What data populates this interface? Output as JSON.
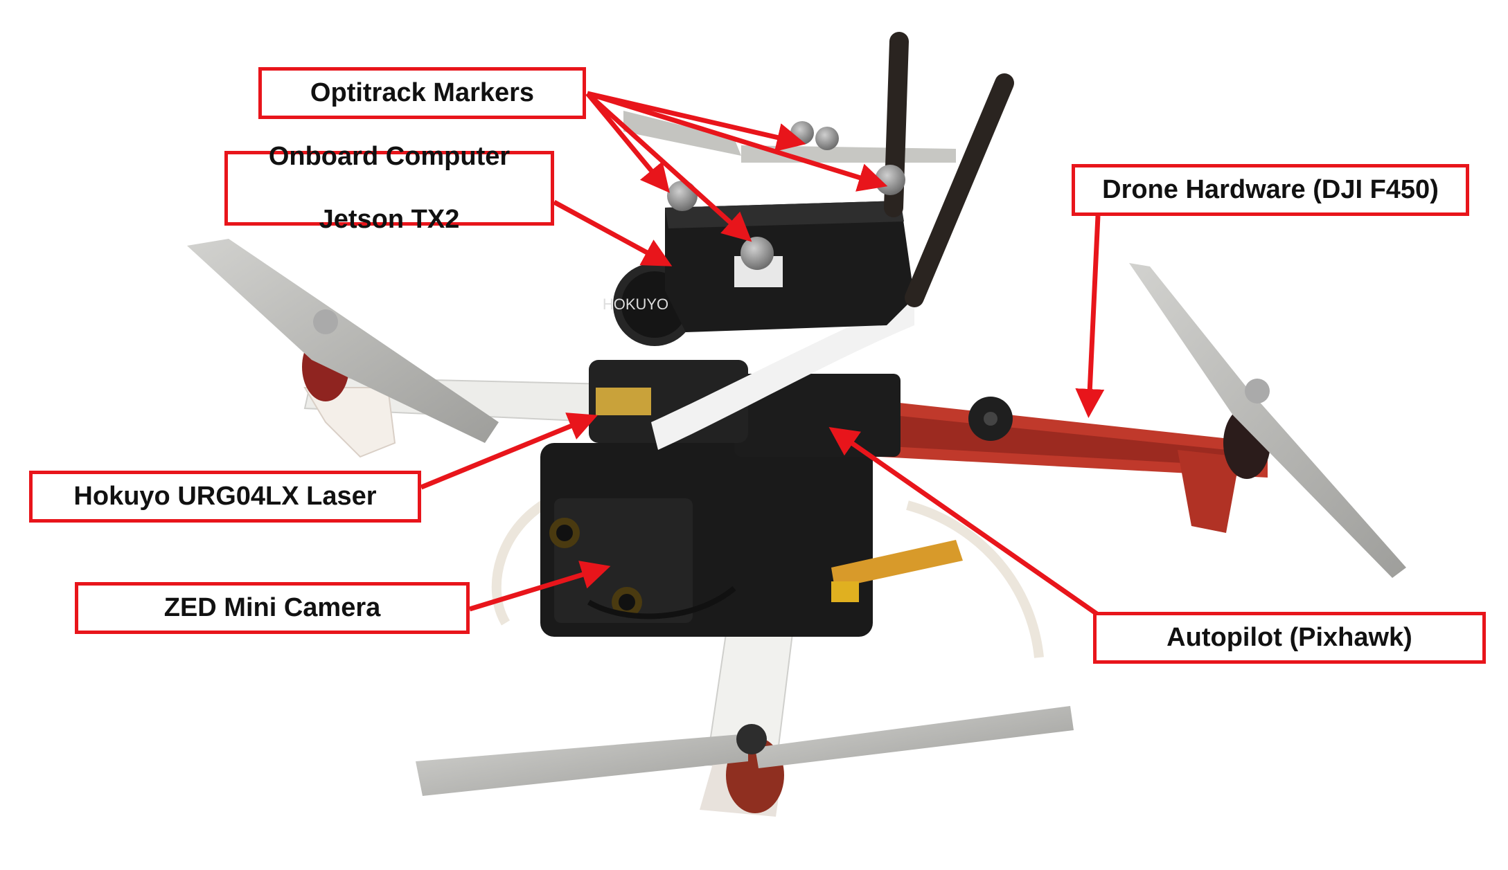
{
  "labels": {
    "optitrack": "Optitrack Markers",
    "onboard_line1": "Onboard Computer",
    "onboard_line2": "Jetson TX2",
    "drone": "Drone Hardware (DJI F450)",
    "hokuyo": "Hokuyo URG04LX Laser",
    "zed": "ZED Mini Camera",
    "autopilot": "Autopilot (Pixhawk)"
  },
  "colors": {
    "annotation_red": "#e8151b",
    "frame_red": "#c0392b",
    "frame_white": "#efefef",
    "propeller_gray": "#b9b9b6",
    "body_black": "#1e1e1e",
    "marker_gray": "#9a9a9a"
  }
}
